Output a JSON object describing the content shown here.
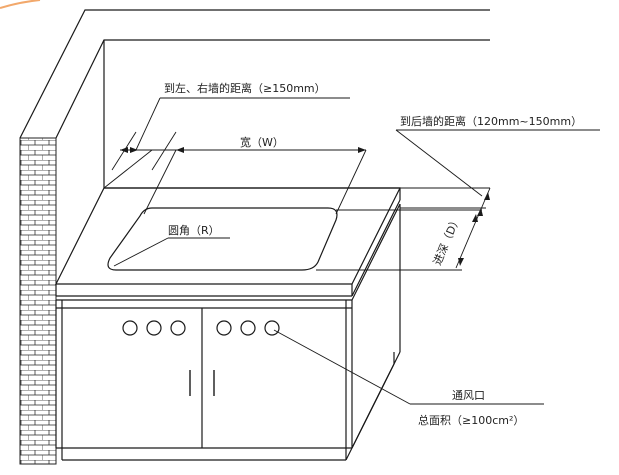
{
  "labels": {
    "side_wall_distance": "到左、右墙的距离（≥150mm）",
    "width": "宽（W）",
    "back_wall_distance": "到后墙的距离（120mm~150mm）",
    "depth": "进深（D）",
    "corner_radius": "圆角（R）",
    "vent": "通风口",
    "vent_area": "总面积（≥100cm²）"
  },
  "colors": {
    "line": "#1a1a1a",
    "brick_fill": "#ffffff",
    "brick_line": "#333333",
    "accent_corner": "#f2a86b"
  }
}
